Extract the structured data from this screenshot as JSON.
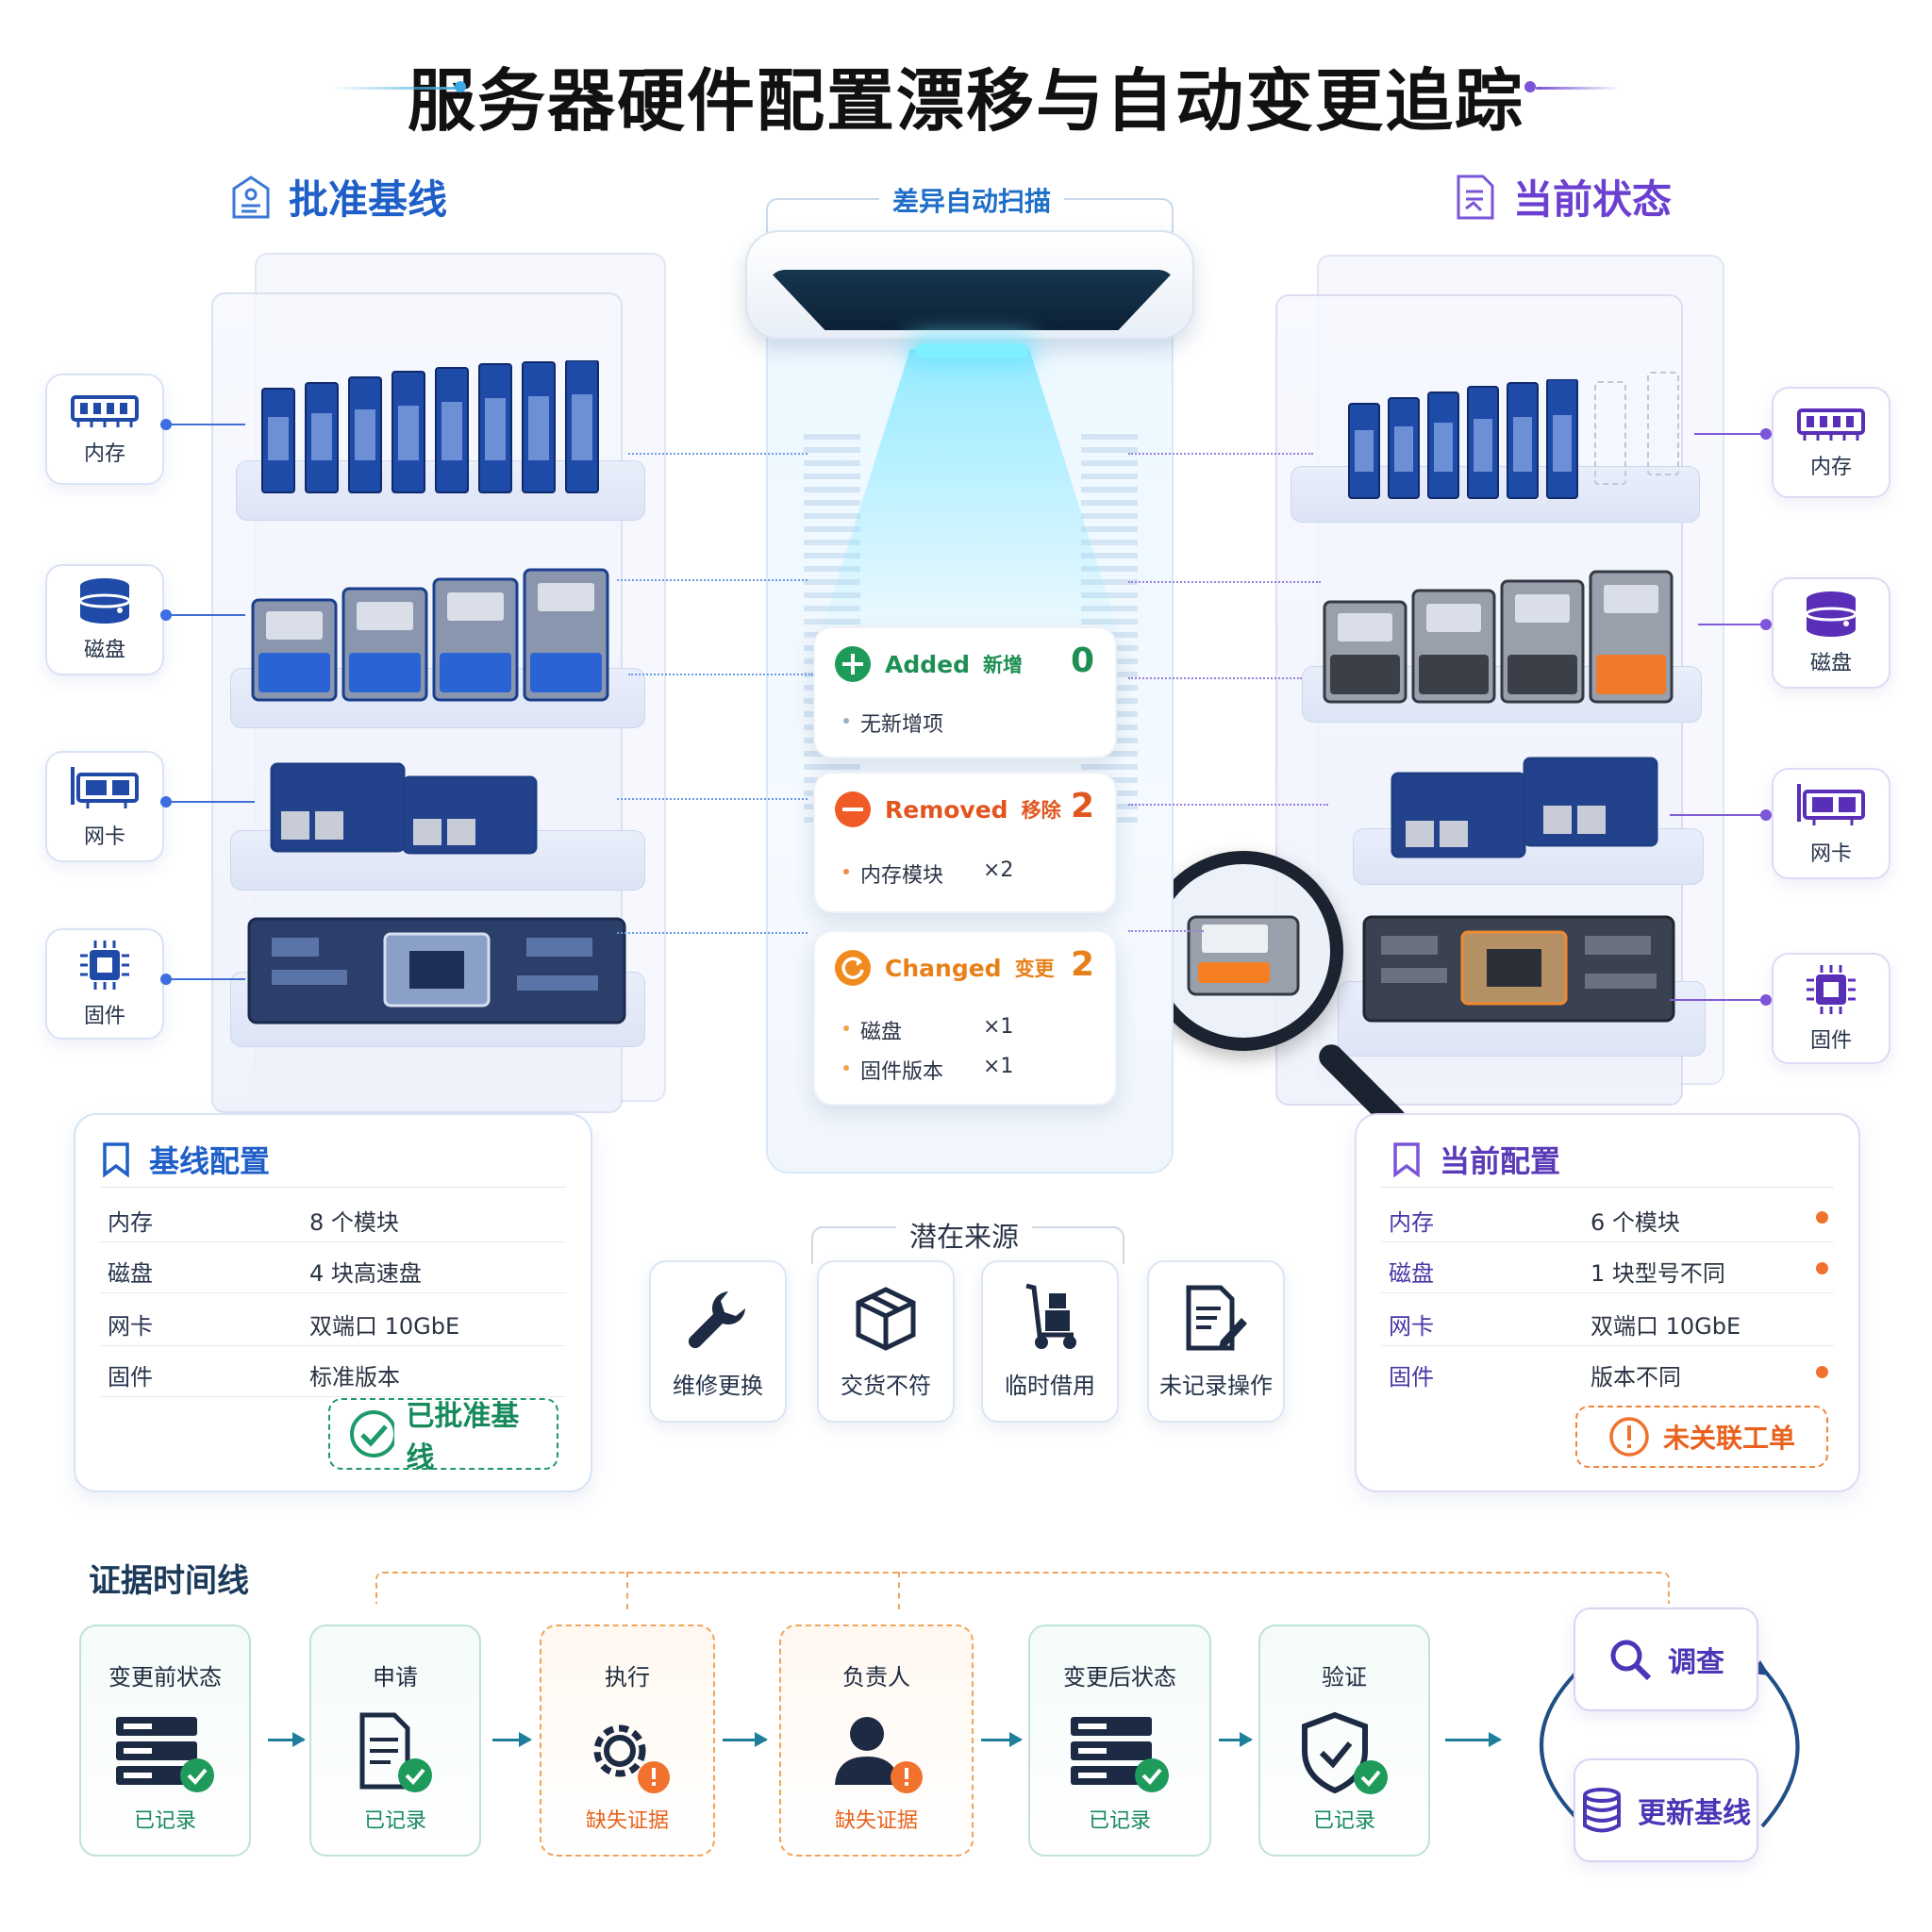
{
  "title": "服务器硬件配置漂移与自动变更追踪",
  "baseline_heading": "批准基线",
  "current_heading": "当前状态",
  "scanner_label": "差异自动扫描",
  "categories": {
    "memory": "内存",
    "disk": "磁盘",
    "nic": "网卡",
    "firmware": "固件"
  },
  "diff": {
    "added": {
      "label": "Added",
      "label_cn": "新增",
      "count": "0",
      "items": [
        {
          "text": "无新增项",
          "qty": ""
        }
      ]
    },
    "removed": {
      "label": "Removed",
      "label_cn": "移除",
      "count": "2",
      "items": [
        {
          "text": "内存模块",
          "qty": "×2"
        }
      ]
    },
    "changed": {
      "label": "Changed",
      "label_cn": "变更",
      "count": "2",
      "items": [
        {
          "text": "磁盘",
          "qty": "×1"
        },
        {
          "text": "固件版本",
          "qty": "×1"
        }
      ]
    }
  },
  "baseline_config": {
    "title": "基线配置",
    "rows": [
      {
        "key": "内存",
        "value": "8 个模块"
      },
      {
        "key": "磁盘",
        "value": "4 块高速盘"
      },
      {
        "key": "网卡",
        "value": "双端口 10GbE"
      },
      {
        "key": "固件",
        "value": "标准版本"
      }
    ],
    "stamp": "已批准基线"
  },
  "current_config": {
    "title": "当前配置",
    "rows": [
      {
        "key": "内存",
        "value": "6 个模块",
        "flag": true
      },
      {
        "key": "磁盘",
        "value": "1 块型号不同",
        "flag": true
      },
      {
        "key": "网卡",
        "value": "双端口 10GbE",
        "flag": false
      },
      {
        "key": "固件",
        "value": "版本不同",
        "flag": true
      }
    ],
    "warning": "未关联工单"
  },
  "sources": {
    "title": "潜在来源",
    "items": [
      "维修更换",
      "交货不符",
      "临时借用",
      "未记录操作"
    ]
  },
  "timeline": {
    "title": "证据时间线",
    "steps": [
      {
        "label": "变更前状态",
        "status": "已记录",
        "state": "ok"
      },
      {
        "label": "申请",
        "status": "已记录",
        "state": "ok"
      },
      {
        "label": "执行",
        "status": "缺失证据",
        "state": "missing"
      },
      {
        "label": "负责人",
        "status": "缺失证据",
        "state": "missing"
      },
      {
        "label": "变更后状态",
        "status": "已记录",
        "state": "ok"
      },
      {
        "label": "验证",
        "status": "已记录",
        "state": "ok"
      }
    ],
    "actions": [
      "调查",
      "更新基线"
    ]
  },
  "colors": {
    "blue": "#1f5fc8",
    "purple": "#6b3fd0",
    "green": "#159a6a",
    "orange": "#f0722c",
    "teal": "#1f7f9a"
  }
}
